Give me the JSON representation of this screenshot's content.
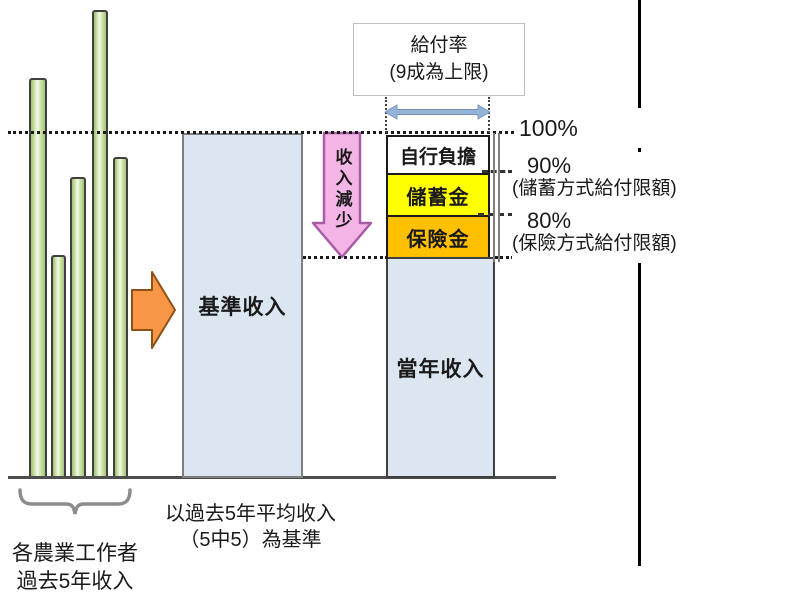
{
  "payout_rate_box": {
    "line1": "給付率",
    "line2": "(9成為上限)"
  },
  "axis_labels": {
    "p100": "100%",
    "p90": "90%",
    "p90_note": "(儲蓄方式給付限額)",
    "p80": "80%",
    "p80_note": "(保險方式給付限額)"
  },
  "boxes": {
    "base_income": "基準收入",
    "self_burden": "自行負擔",
    "savings": "儲蓄金",
    "insurance": "保險金",
    "current_income": "當年收入"
  },
  "arrows": {
    "income_decrease": "收入減少"
  },
  "captions": {
    "workers_line1": "各農業工作者",
    "workers_line2": "過去5年收入",
    "basis_line1": "以過去5年平均收入",
    "basis_line2": "（5中5）為基準"
  },
  "bars": {
    "count": 5,
    "heights_relative": [
      0.85,
      0.48,
      0.64,
      1.0,
      0.69
    ]
  },
  "colors": {
    "bar_green": "#c9e2a5",
    "box_blue": "#dce6f1",
    "savings_yellow": "#ffff00",
    "insurance_orange": "#ffc000",
    "arrow_orange": "#f79646",
    "arrow_pink": "#f3b5e5",
    "arrow_blue": "#95b3d7"
  }
}
